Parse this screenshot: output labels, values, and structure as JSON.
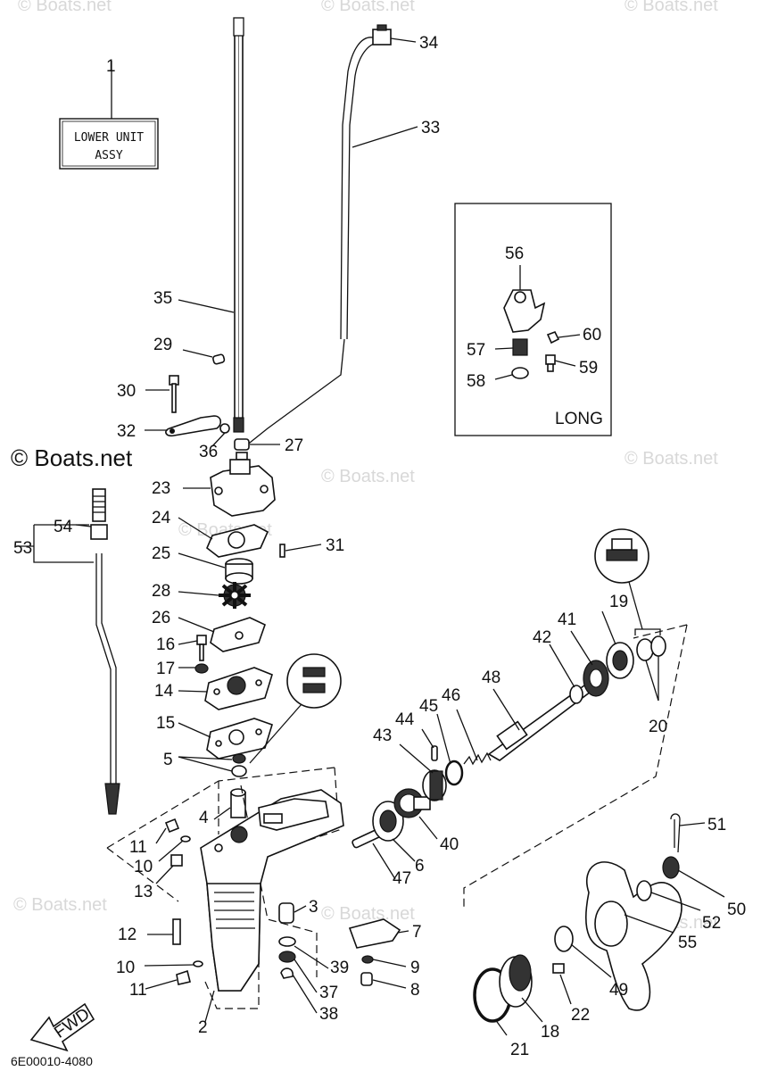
{
  "diagram": {
    "part_labels": [
      "1",
      "2",
      "3",
      "4",
      "5",
      "6",
      "7",
      "8",
      "9",
      "10",
      "10",
      "11",
      "11",
      "12",
      "13",
      "14",
      "15",
      "16",
      "17",
      "18",
      "19",
      "20",
      "21",
      "22",
      "23",
      "24",
      "25",
      "26",
      "27",
      "28",
      "29",
      "30",
      "31",
      "32",
      "33",
      "34",
      "35",
      "36",
      "37",
      "38",
      "39",
      "40",
      "41",
      "42",
      "43",
      "44",
      "45",
      "46",
      "47",
      "48",
      "49",
      "50",
      "51",
      "52",
      "53",
      "54",
      "55",
      "56",
      "57",
      "58",
      "59",
      "60"
    ],
    "assy_box": {
      "line1": "LOWER UNIT",
      "line2": "ASSY"
    },
    "long_box_label": "LONG",
    "fwd_label": "FWD",
    "drawing_code": "6E00010-4080",
    "watermarks": [
      "© Boats.net",
      "© Boats.net",
      "© Boats.net",
      "© Boats.net",
      "© Boats.net",
      "© Boats.net",
      "© Boats.net",
      "© Boats.net",
      "© Boats.net"
    ],
    "watermark_main": "© Boats.net"
  }
}
